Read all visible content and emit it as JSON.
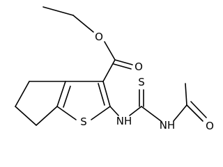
{
  "diagram": {
    "type": "chemical-structure",
    "atom_labels": {
      "ester_oxygen": "O",
      "carbonyl_oxygen": "O",
      "thiophene_sulfur": "S",
      "amine_nh_1": "NH",
      "thiocarbonyl_sulfur": "S",
      "amine_nh_2": "NH",
      "acetyl_oxygen": "O"
    }
  }
}
